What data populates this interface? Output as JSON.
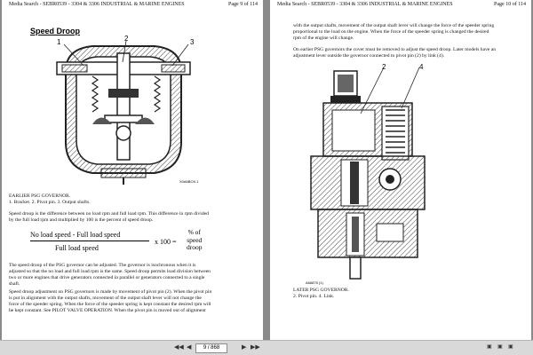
{
  "pages": [
    {
      "header": {
        "left": "Media Search - SEBR0539 - 3304 & 3306 INDUSTRIAL & MARINE ENGINES",
        "right": "Page 9 of 114"
      },
      "section_title": "Speed Droop",
      "figure_id": "X0A6BOX.1",
      "figure_callouts": [
        "1",
        "2",
        "3"
      ],
      "caption_title": "EARLIER PSG GOVERNOR.",
      "caption_items": "1. Bracket. 2. Pivot pin. 3. Output shafts.",
      "paragraph1": [
        "Speed droop is the difference between no load rpm and full load rpm. This difference in rpm divided",
        "by the full load rpm and multiplied by 100 is the percent of speed droop."
      ],
      "formula": {
        "numerator": "No load speed - Full load speed",
        "denominator": "Full load speed",
        "multiplier": "x 100 =",
        "result_lines": [
          "% of",
          "speed",
          "droop"
        ]
      },
      "paragraph2": [
        "The speed droop of the PSG governor can be adjusted. The governor is isochronous when it is",
        "adjusted so that the no load and full load rpm is the same. Speed droop permits load division between",
        "two or more engines that drive generators connected in parallel or generators connected to a single",
        "shaft."
      ],
      "paragraph3": [
        "Speed droop adjustment on PSG governors is made by movement of pivot pin (2). When the pivot pin",
        "is put in alignment with the output shafts, movement of the output shaft lever will not change the",
        "force of the speeder spring. When the force of the speeder spring is kept constant the desired rpm will",
        "be kept constant. See PILOT VALVE OPERATION. When the pivot pin is moved out of alignment"
      ]
    },
    {
      "header": {
        "left": "Media Search - SEBR0539 - 3304 & 3306 INDUSTRIAL & MARINE ENGINES",
        "right": "Page 10 of 114"
      },
      "paragraph1": [
        "with the output shafts, movement of the output shaft lever will change the force of the speeder spring",
        "proportional to the load on the engine. When the force of the speeder spring is changed the desired",
        "rpm of the engine will change."
      ],
      "paragraph2": [
        "On earlier PSG governors the cover must be removed to adjust the speed droop. Later models have an",
        "adjustment lever outside the governor connected to pivot pin (2) by link (4)."
      ],
      "figure_id": "A66875 (1)",
      "figure_callouts": [
        "2",
        "4"
      ],
      "caption_title": "LATER PSG GOVERNOR.",
      "caption_items": "2. Pivot pin. 4. Link."
    }
  ],
  "toolbar": {
    "first_icon": "first-page-icon",
    "prev_icon": "prev-page-icon",
    "current_page": "9 / 868",
    "next_icon": "next-page-icon",
    "last_icon": "last-page-icon"
  },
  "colors": {
    "viewer_bg": "#8a8a8a",
    "page_bg": "#ffffff",
    "toolbar_bg": "#d9d9d9",
    "diagram_dark": "#222222",
    "diagram_hatch": "#555555"
  }
}
